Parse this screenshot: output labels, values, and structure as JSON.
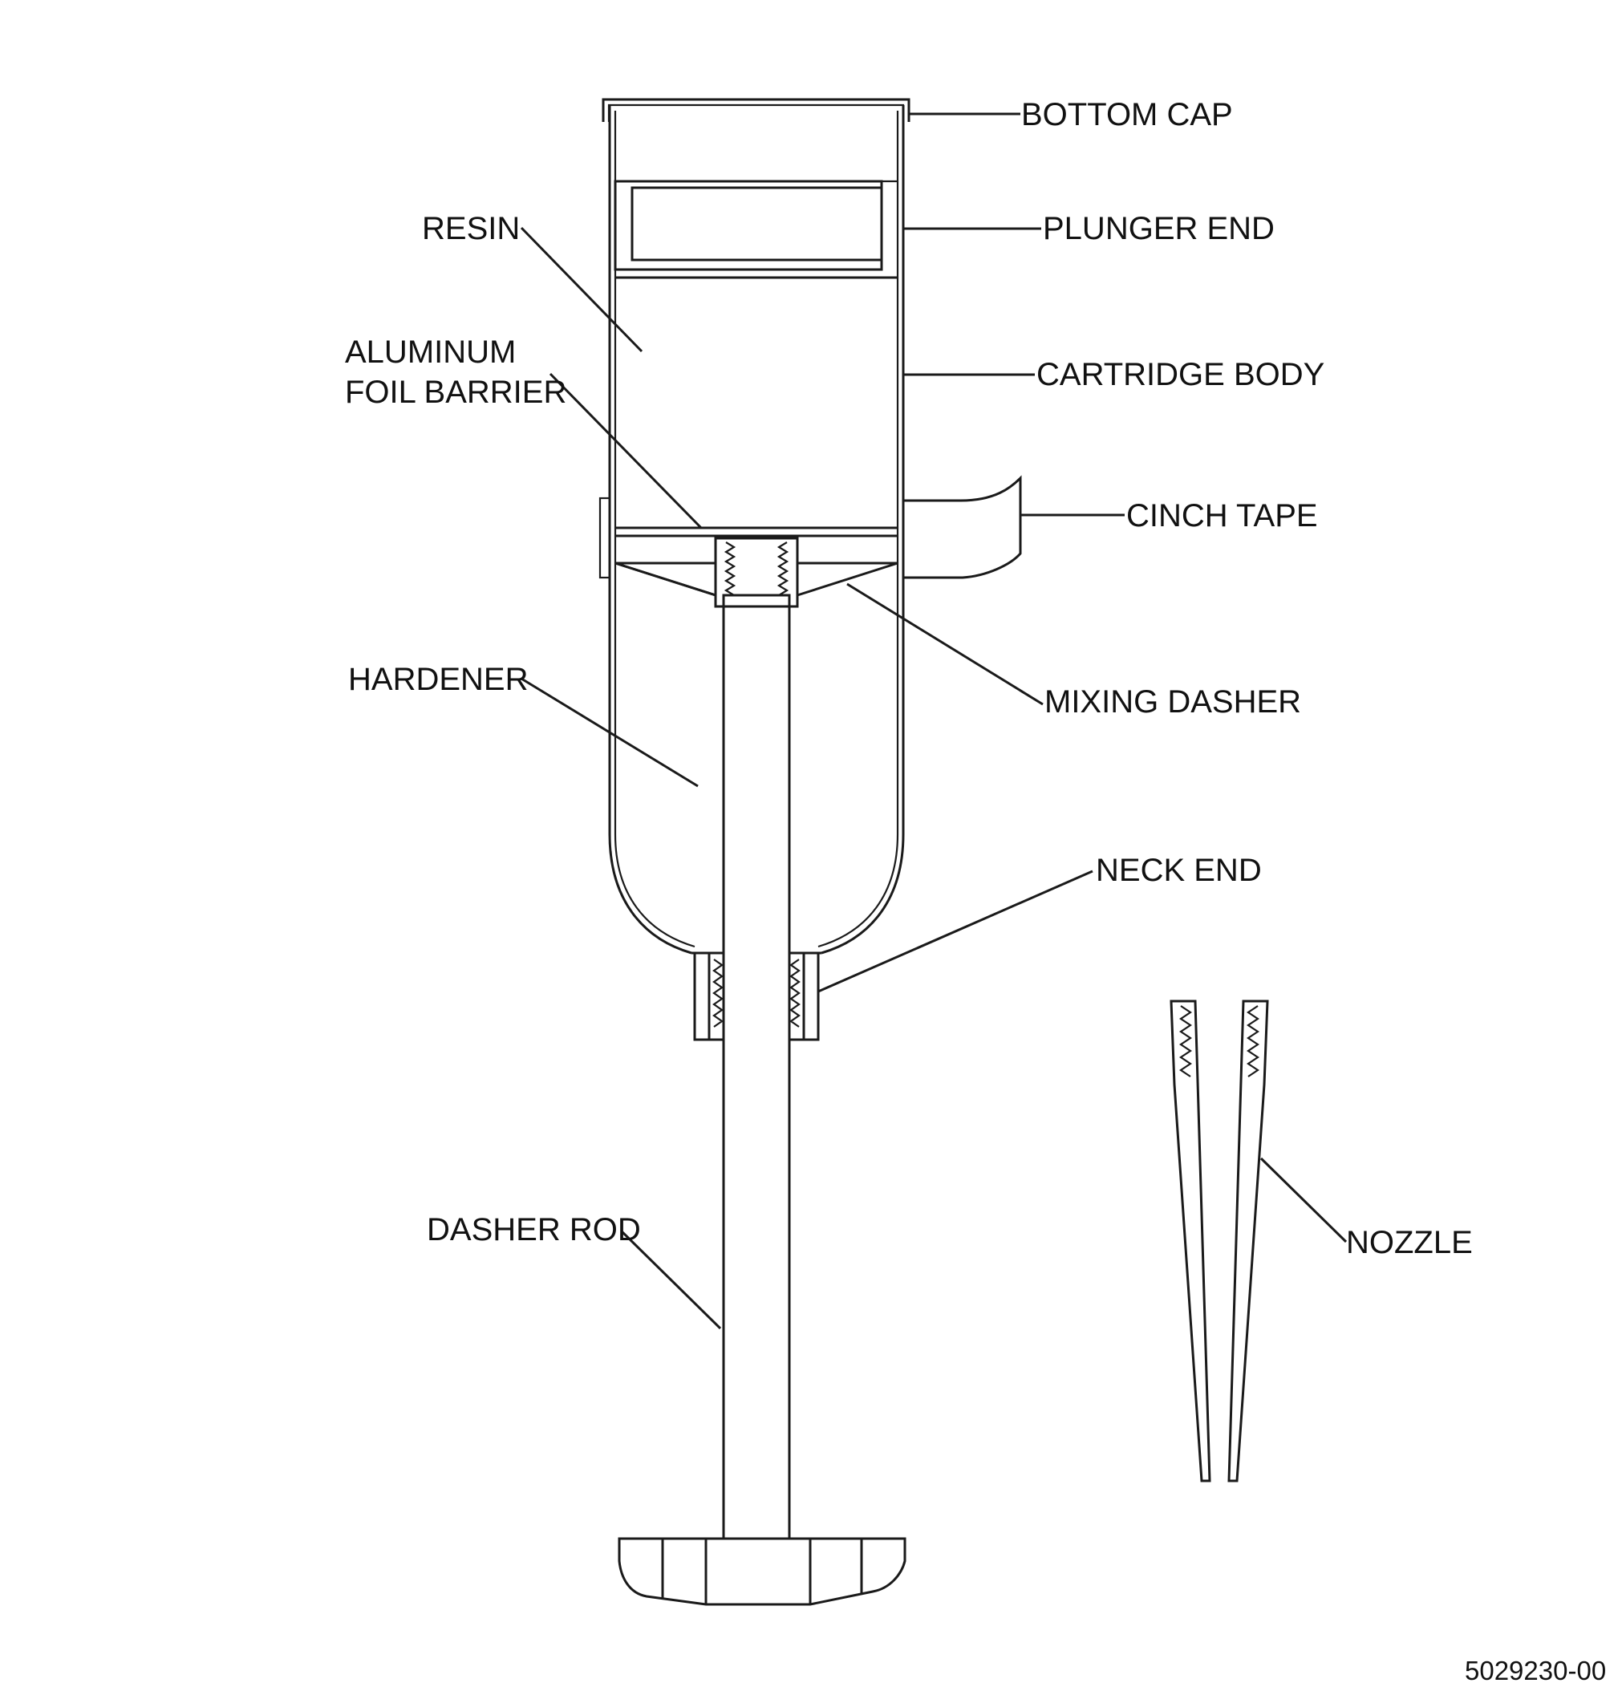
{
  "labels": {
    "bottom_cap": "BOTTOM CAP",
    "plunger_end": "PLUNGER END",
    "resin": "RESIN",
    "cartridge_body": "CARTRIDGE BODY",
    "aluminum_foil_barrier_line1": "ALUMINUM",
    "aluminum_foil_barrier_line2": "FOIL BARRIER",
    "cinch_tape": "CINCH TAPE",
    "mixing_dasher": "MIXING DASHER",
    "hardener": "HARDENER",
    "neck_end": "NECK END",
    "dasher_rod": "DASHER ROD",
    "nozzle": "NOZZLE"
  },
  "drawing_number": "5029230-00"
}
